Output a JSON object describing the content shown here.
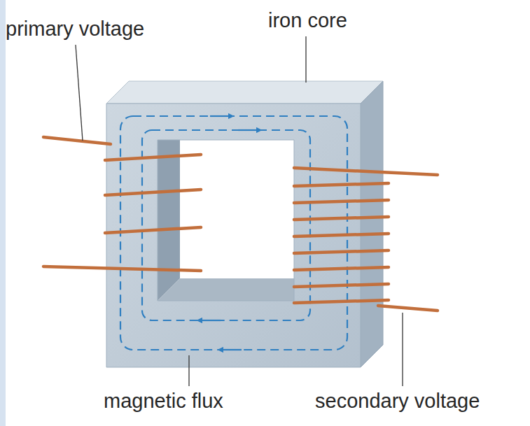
{
  "diagram": {
    "labels": [
      "primary voltage",
      "iron core",
      "magnetic flux",
      "secondary voltage"
    ]
  }
}
